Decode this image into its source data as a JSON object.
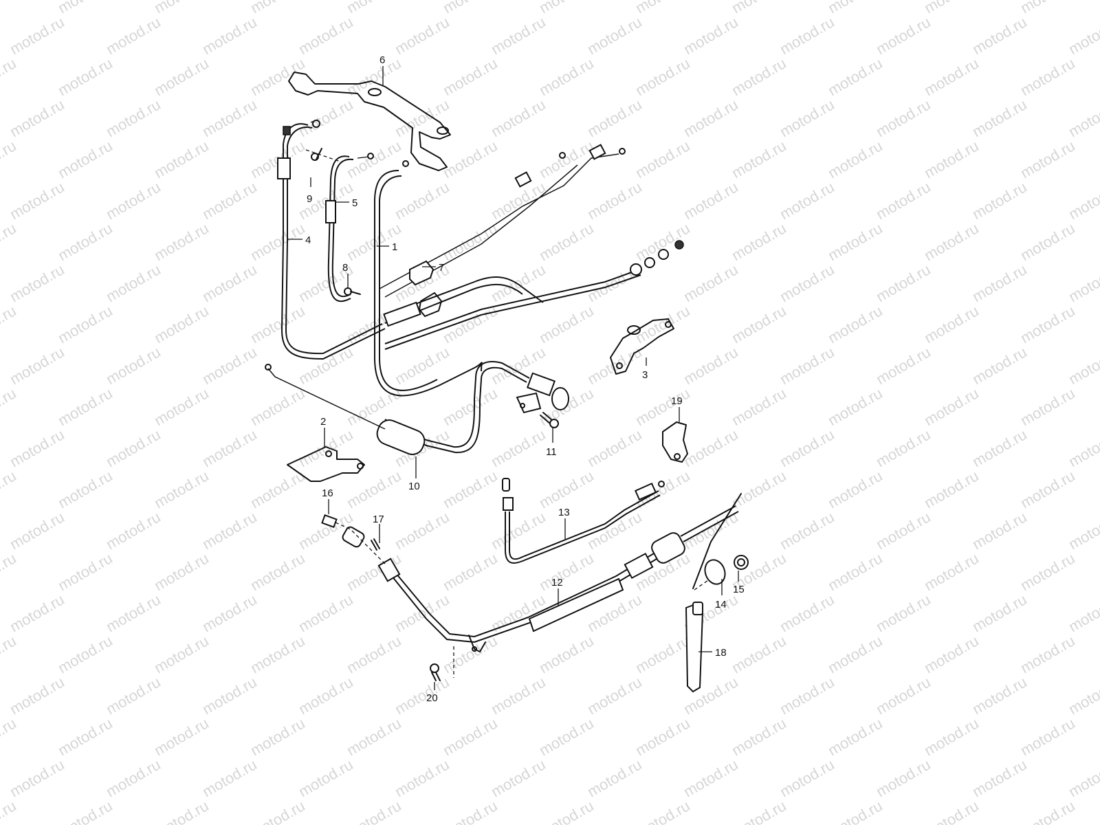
{
  "watermark": "motod.ru",
  "callouts": [
    "1",
    "2",
    "3",
    "4",
    "5",
    "6",
    "7",
    "8",
    "9",
    "10",
    "11",
    "12",
    "13",
    "14",
    "15",
    "16",
    "17",
    "18",
    "19",
    "20"
  ]
}
